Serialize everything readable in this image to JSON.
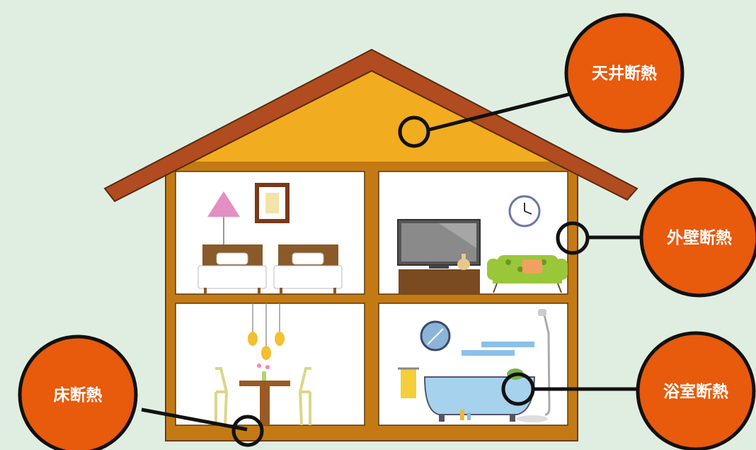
{
  "labels": {
    "ceiling": "天井断熱",
    "wall": "外壁断熱",
    "bath": "浴室断熱",
    "floor": "床断熱"
  },
  "colors": {
    "background": "#e0eee2",
    "roof": "#b04c1f",
    "attic": "#f2ac20",
    "frame": "#c47a14",
    "bubble": "#e85a0c",
    "outline": "#111111"
  }
}
